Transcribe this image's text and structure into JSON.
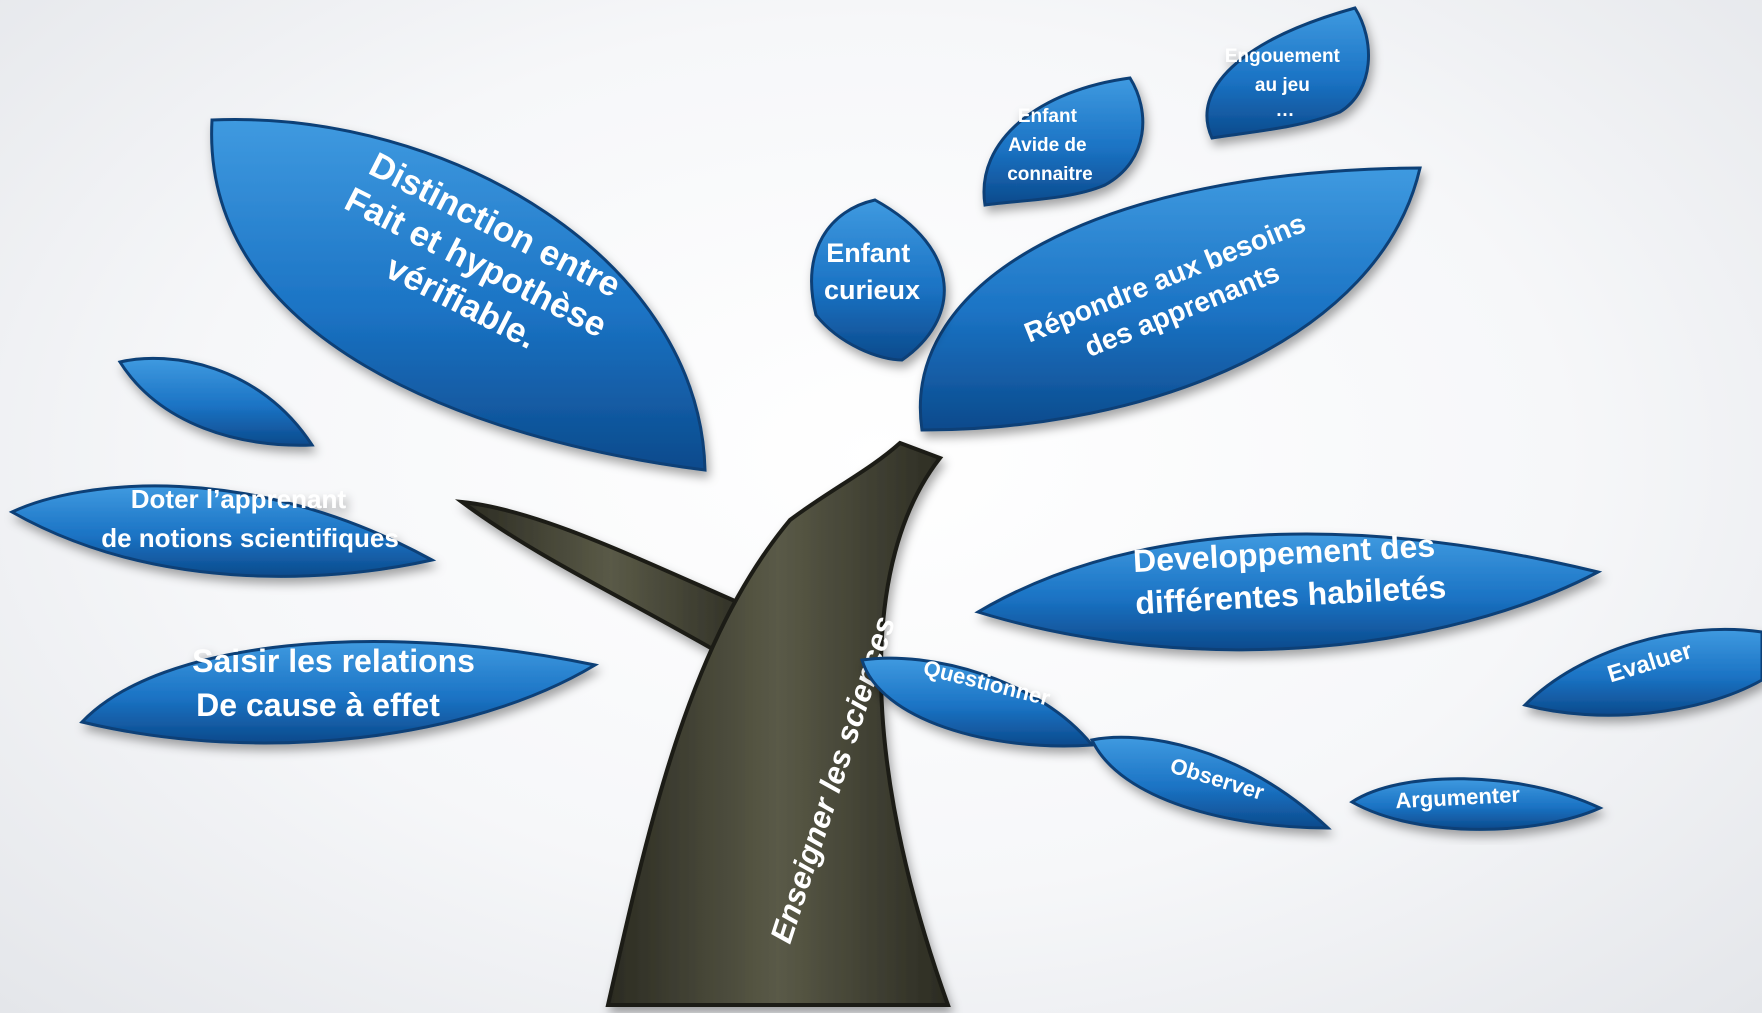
{
  "colors": {
    "leaf_light": "#3f9ae0",
    "leaf_mid": "#1b73c4",
    "leaf_dark": "#0c4a8c",
    "trunk_light": "#5a5a47",
    "trunk_dark": "#2b2b22"
  },
  "trunk": {
    "label": "Enseigner les sciences"
  },
  "leaves": {
    "distinction": {
      "lines": [
        "Distinction entre",
        "Fait et hypothèse",
        "vérifiable."
      ]
    },
    "repondre": {
      "lines": [
        "Répondre aux besoins",
        "des apprenants"
      ]
    },
    "curieux": {
      "lines": [
        "Enfant",
        "curieux"
      ]
    },
    "avide": {
      "lines": [
        "Enfant",
        "Avide de",
        "connaitre"
      ]
    },
    "engouement": {
      "lines": [
        "Engouement",
        "au jeu",
        "…"
      ]
    },
    "doter": {
      "lines": [
        "Doter l’apprenant",
        "de notions scientifiques"
      ]
    },
    "saisir": {
      "lines": [
        "Saisir les relations",
        "De cause à effet"
      ]
    },
    "developpement": {
      "lines": [
        "Developpement des",
        "différentes habiletés"
      ]
    },
    "questionner": {
      "lines": [
        "Questionner"
      ]
    },
    "observer": {
      "lines": [
        "Observer"
      ]
    },
    "argumenter": {
      "lines": [
        "Argumenter"
      ]
    },
    "evaluer": {
      "lines": [
        "Evaluer"
      ]
    }
  }
}
